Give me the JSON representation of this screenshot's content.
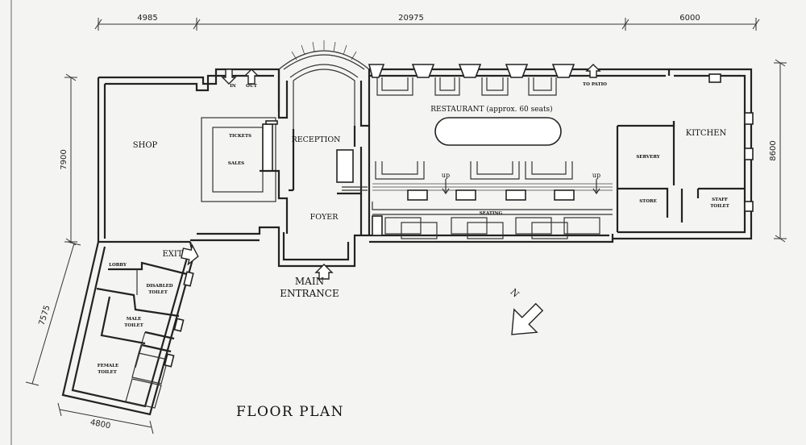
{
  "title": "FLOOR PLAN",
  "dimensions": {
    "top_left": "4985",
    "top_middle": "20975",
    "top_right": "6000",
    "left_vertical": "7900",
    "right_vertical": "8600",
    "diagonal_left": "7575",
    "bottom": "4800"
  },
  "rooms": {
    "shop": "SHOP",
    "reception": "RECEPTION",
    "tickets": "TICKETS",
    "sales": "SALES",
    "foyer": "FOYER",
    "restaurant": "RESTAURANT (approx. 60 seats)",
    "seating": "SEATING",
    "kitchen": "KITCHEN",
    "servery": "SERVERY",
    "store": "STORE",
    "staff_toilet_1": "STAFF",
    "staff_toilet_2": "TOILET",
    "lobby": "LOBBY",
    "disabled_toilet_1": "DISABLED",
    "disabled_toilet_2": "TOILET",
    "male_toilet_1": "MALE",
    "male_toilet_2": "TOILET",
    "female_toilet_1": "FEMALE",
    "female_toilet_2": "TOILET"
  },
  "annotations": {
    "in": "IN",
    "out": "OUT",
    "to_patio": "TO PATIO",
    "up_1": "up",
    "up_2": "up",
    "exit": "EXIT",
    "main_entrance_1": "MAIN",
    "main_entrance_2": "ENTRANCE",
    "north": "N"
  }
}
